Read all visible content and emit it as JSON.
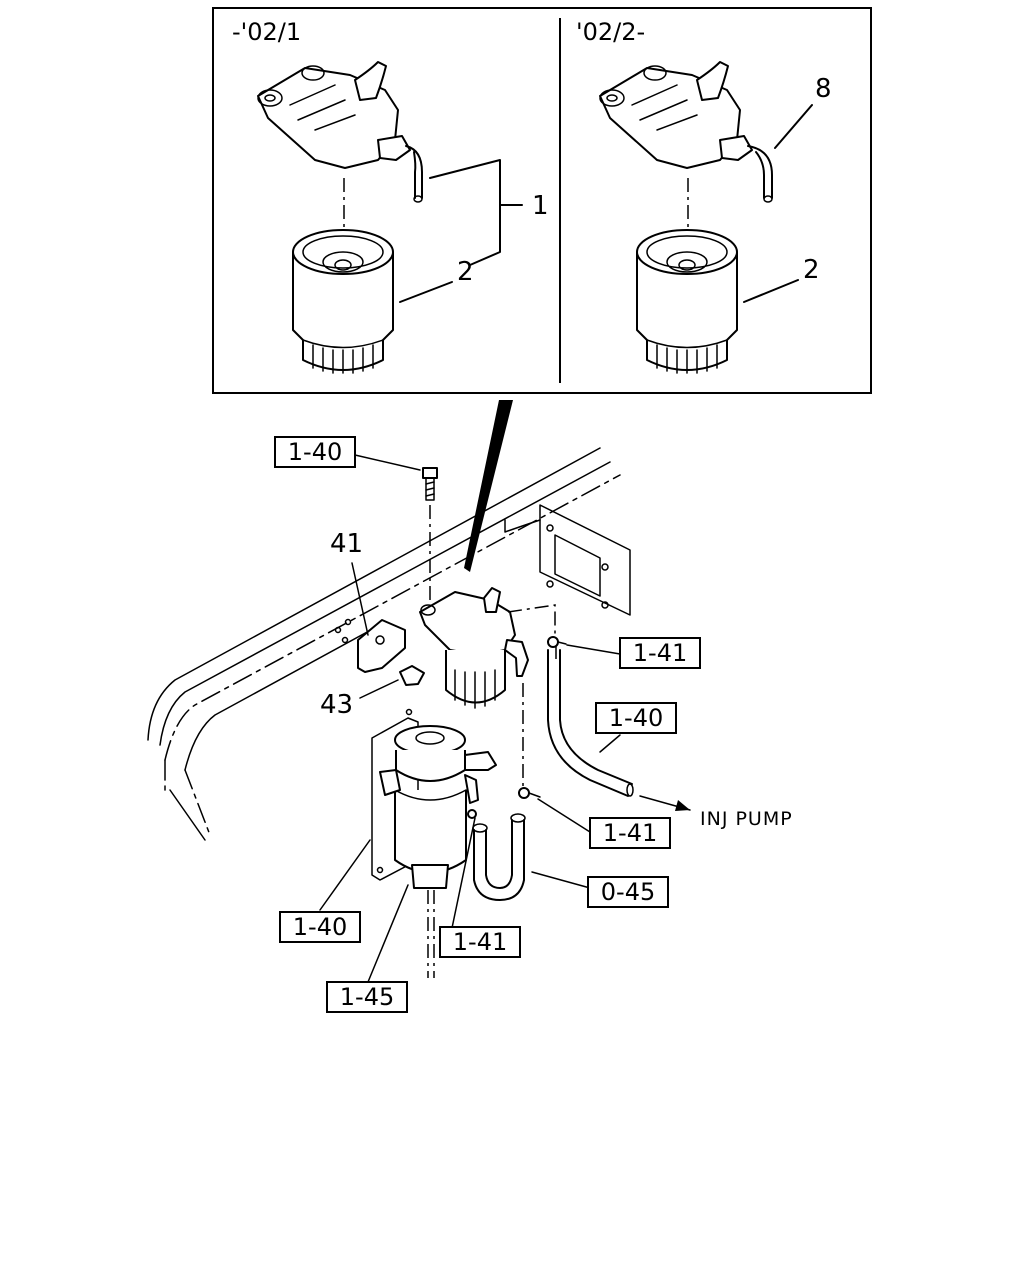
{
  "panels": {
    "left": {
      "period": "-'02/1"
    },
    "right": {
      "period": "'02/2-"
    }
  },
  "callouts": {
    "left_assembly": "1",
    "left_filter": "2",
    "right_hose": "8",
    "right_filter": "2",
    "bracket": "41",
    "bracket_bolt": "43"
  },
  "reference_boxes": {
    "bolt_ref": "1-40",
    "clip_ref_upper": "1-41",
    "hose_ref": "1-40",
    "clip_ref_lower": "1-41",
    "hose_loop_ref": "0-45",
    "separator_ref": "1-40",
    "clip_ref_bottom": "1-41",
    "drain_ref": "1-45"
  },
  "annotations": {
    "direction": "INJ PUMP"
  }
}
